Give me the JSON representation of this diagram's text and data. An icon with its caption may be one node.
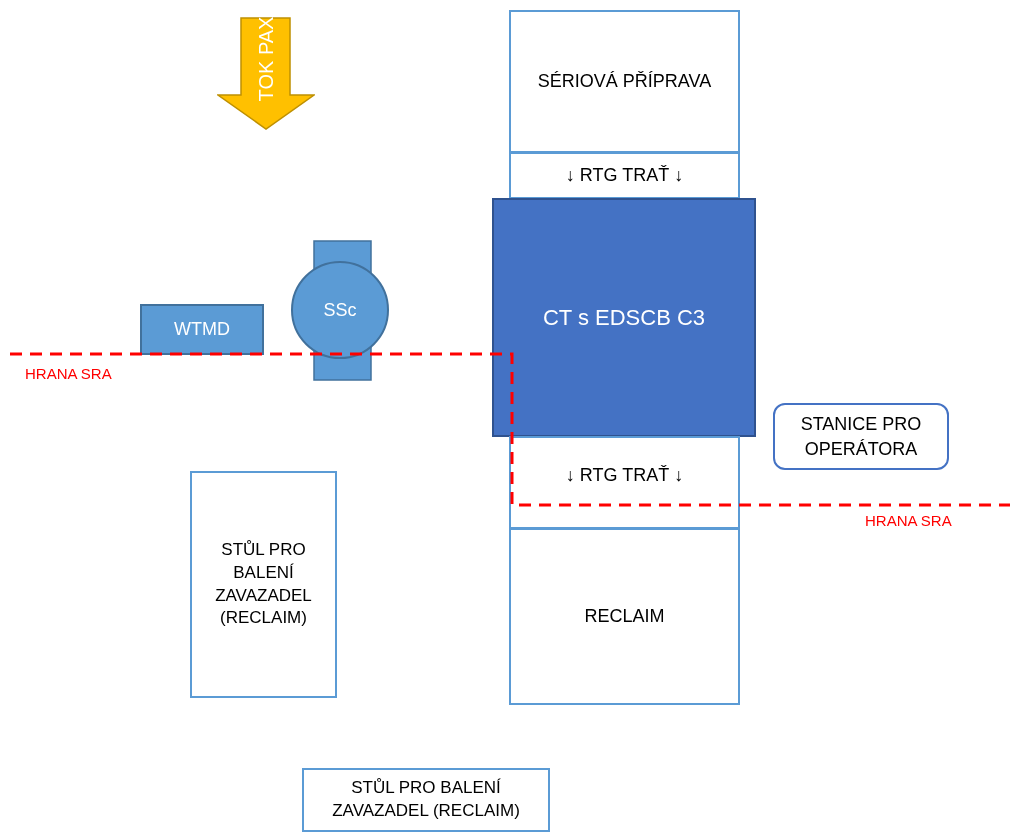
{
  "diagram": {
    "nodes": [
      {
        "text": [
          "TOK PAX"
        ]
      },
      {
        "text": [
          "SÉRIOVÁ PŘÍPRAVA"
        ]
      },
      {
        "text": [
          "↓ RTG TRAŤ ↓"
        ]
      },
      {
        "text": [
          "CT s EDSCB C3"
        ]
      },
      {
        "text": [
          "WTMD"
        ]
      },
      {
        "text": [
          "SSc"
        ]
      },
      {
        "text": [
          "STANICE PRO OPERÁTORA"
        ]
      },
      {
        "text": [
          "↓ RTG TRAŤ ↓"
        ]
      },
      {
        "text": [
          "STŮL PRO BALENÍ ZAVAZADEL (RECLAIM)"
        ]
      },
      {
        "text": [
          "RECLAIM"
        ]
      },
      {
        "text": [
          "STŮL PRO BALENÍ ZAVAZADEL (RECLAIM)"
        ]
      }
    ],
    "edges": [],
    "labels": [
      "HRANA SRA",
      "HRANA SRA"
    ]
  }
}
